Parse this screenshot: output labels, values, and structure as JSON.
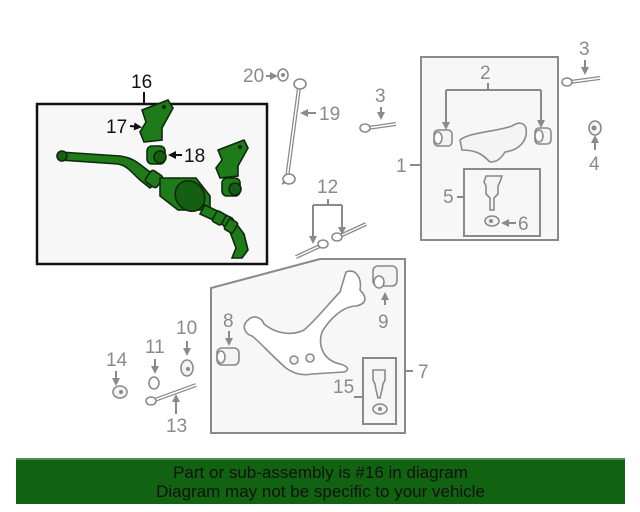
{
  "diagram": {
    "highlighted_part": "16",
    "colors": {
      "highlight_fill": "#1f7a1a",
      "highlight_outline": "#0c2a0a",
      "callout_gray": "#8a8a8a",
      "callout_dark": "#111111",
      "banner_bg": "#116311"
    },
    "callouts": {
      "c1": "1",
      "c2": "2",
      "c3a": "3",
      "c3b": "3",
      "c4": "4",
      "c5": "5",
      "c6": "6",
      "c7": "7",
      "c8": "8",
      "c9": "9",
      "c10": "10",
      "c11": "11",
      "c12": "12",
      "c13": "13",
      "c14": "14",
      "c15": "15",
      "c16": "16",
      "c17": "17",
      "c18": "18",
      "c19": "19",
      "c20": "20"
    }
  },
  "banner": {
    "line1": "Part or sub-assembly is #16 in diagram",
    "line2": "Diagram may not be specific to your vehicle"
  }
}
